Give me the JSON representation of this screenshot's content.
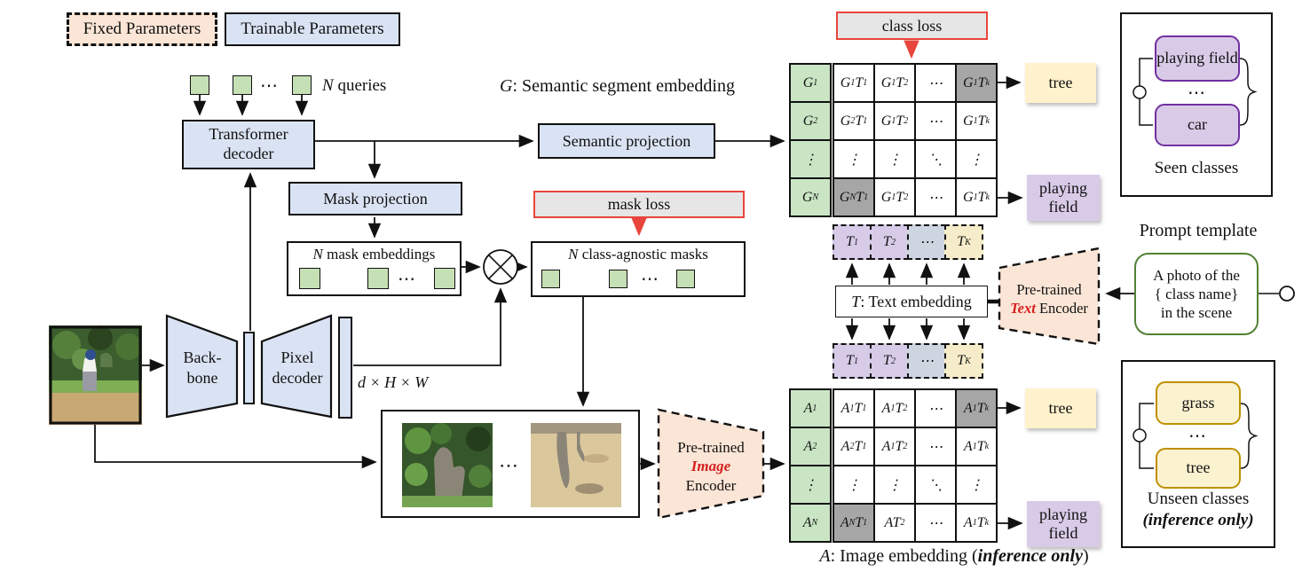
{
  "legend": {
    "fixed": "Fixed Parameters",
    "trainable": "Trainable Parameters"
  },
  "queries": {
    "var": "N",
    "rest": " queries"
  },
  "blocks": {
    "transformer": [
      "Transformer",
      "decoder"
    ],
    "mask_projection": "Mask projection",
    "semantic_projection": "Semantic projection",
    "mask_embeddings": {
      "var": "N",
      "rest": " mask embeddings"
    },
    "class_agnostic": {
      "var": "N",
      "rest": " class-agnostic masks"
    },
    "backbone": [
      "Back-",
      "bone"
    ],
    "pixel_decoder": [
      "Pixel",
      "decoder"
    ],
    "dims": "d × H × W"
  },
  "losses": {
    "mask": "mask loss",
    "class": "class loss"
  },
  "captions": {
    "g": {
      "var": "G",
      "rest": ": Semantic segment embedding"
    },
    "t": {
      "var": "T",
      "rest": ": Text embedding"
    },
    "a": {
      "var": "A",
      "mid": ": Image embedding (",
      "em": "inference only",
      "end": ")"
    }
  },
  "encoders": {
    "text": {
      "line1": "Pre-trained",
      "em": "Text",
      "rest": " Encoder"
    },
    "image": {
      "line1": "Pre-trained",
      "em": "Image",
      "line3": "Encoder"
    }
  },
  "prompt": {
    "title": "Prompt template",
    "lines": [
      "A photo of the",
      "{ class name}",
      "in the scene"
    ]
  },
  "g_matrix": {
    "col": [
      "G_1",
      "G_2",
      "⋮",
      "G_N"
    ],
    "rows": [
      [
        "G_1T_1",
        "G_1T_2",
        "⋯",
        "G_1T_k"
      ],
      [
        "G_2T_1",
        "G_1T_2",
        "⋯",
        "G_1T_k"
      ],
      [
        "⋮",
        "⋮",
        "⋱",
        "⋮"
      ],
      [
        "G_NT_1",
        "G_1T_2",
        "⋯",
        "G_1T_k"
      ]
    ],
    "gray": [
      [
        0,
        3
      ],
      [
        3,
        0
      ]
    ]
  },
  "a_matrix": {
    "col": [
      "A_1",
      "A_2",
      "⋮",
      "A_N"
    ],
    "rows": [
      [
        "A_1T_1",
        "A_1T_2",
        "⋯",
        "A_1T_k"
      ],
      [
        "A_2T_1",
        "A_1T_2",
        "⋯",
        "A_1T_k"
      ],
      [
        "⋮",
        "⋮",
        "⋱",
        "⋮"
      ],
      [
        "A_NT_1",
        "AT_2",
        "⋯",
        "A_1T_k"
      ]
    ],
    "gray": [
      [
        0,
        3
      ],
      [
        3,
        0
      ]
    ]
  },
  "t_row": {
    "cells": [
      "T_1",
      "T_2",
      "⋯",
      "T_K"
    ],
    "styles": [
      "purple",
      "purple",
      "grayblue",
      "yellow"
    ]
  },
  "outputs": {
    "g": [
      "tree",
      "playing field"
    ],
    "a": [
      "tree",
      "playing field"
    ]
  },
  "seen": {
    "items": [
      "playing field",
      "car"
    ],
    "label": "Seen classes"
  },
  "unseen": {
    "items": [
      "grass",
      "tree"
    ],
    "label": "Unseen classes",
    "sub": "(inference only)"
  },
  "glyphs": {
    "dots_h": "⋯"
  },
  "colors": {
    "trainable_blue": "#dae3f3",
    "fixed_peach": "#fbe5d6",
    "query_green": "#c5e0b4",
    "purple_fill": "#d9cbe8",
    "purple_border": "#7030a0",
    "yellow_fill": "#fff2cc",
    "yellow_border": "#bf9000",
    "gray_cell": "#a6a6a6",
    "grayblue_cell": "#cdd5e0",
    "loss_gray": "#e7e6e6",
    "loss_red": "#e8453c",
    "prompt_green": "#538135"
  }
}
